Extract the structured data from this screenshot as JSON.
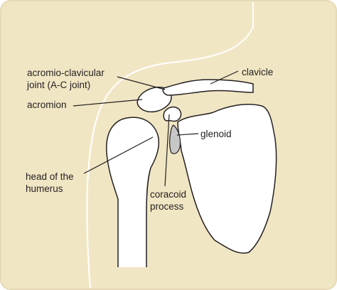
{
  "labels": {
    "ac_joint": [
      "acromio-clavicular",
      "joint (A-C joint)"
    ],
    "acromion": "acromion",
    "clavicle": "clavicle",
    "glenoid": "glenoid",
    "humerus_head": [
      "head of the",
      "humerus"
    ],
    "coracoid": [
      "coracoid",
      "process"
    ]
  },
  "colors": {
    "background": "#f1e6c4",
    "bone": "#ffffff",
    "glenoid": "#c7c7c7",
    "outline": "#231f20",
    "frame": "#e6d9b5"
  }
}
